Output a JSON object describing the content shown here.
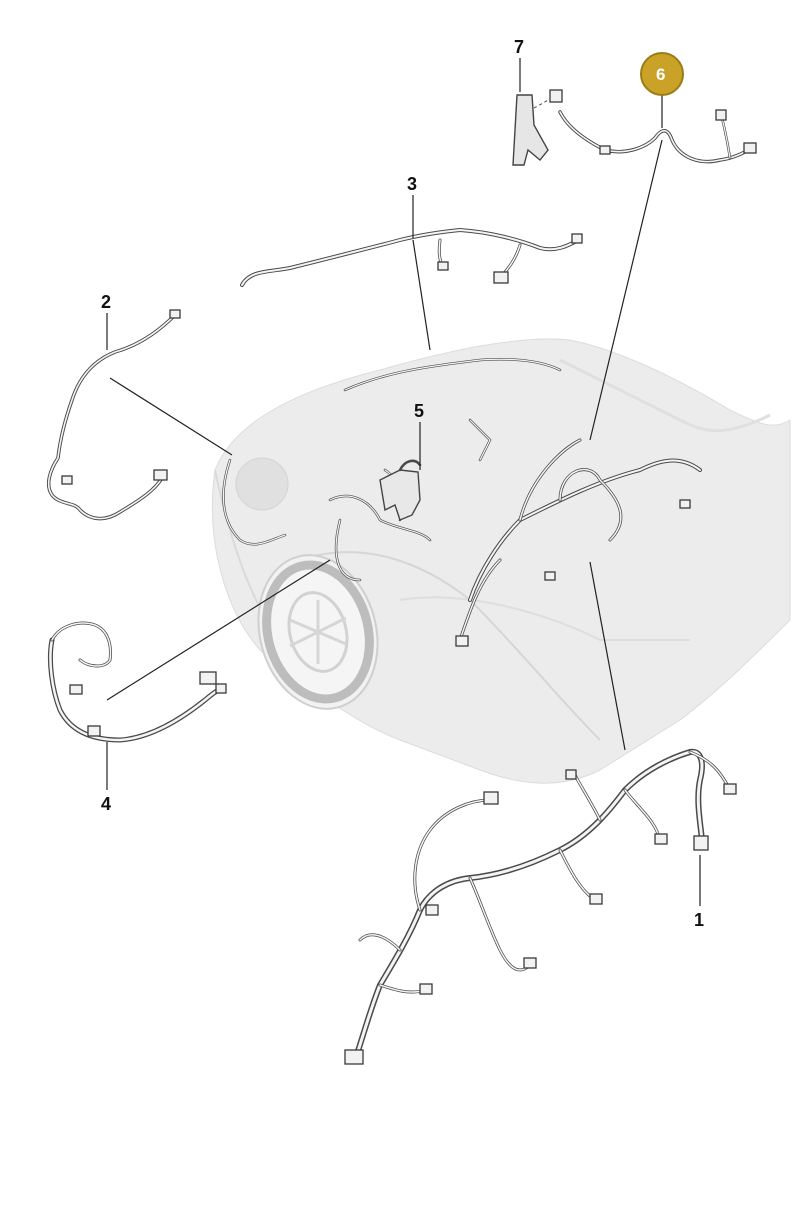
{
  "diagram": {
    "accent_color": "#c9a227",
    "active_callout": "6",
    "callouts": [
      {
        "id": "1",
        "label": "1"
      },
      {
        "id": "2",
        "label": "2"
      },
      {
        "id": "3",
        "label": "3"
      },
      {
        "id": "4",
        "label": "4"
      },
      {
        "id": "5",
        "label": "5"
      },
      {
        "id": "6",
        "label": "6"
      },
      {
        "id": "7",
        "label": "7"
      }
    ]
  }
}
